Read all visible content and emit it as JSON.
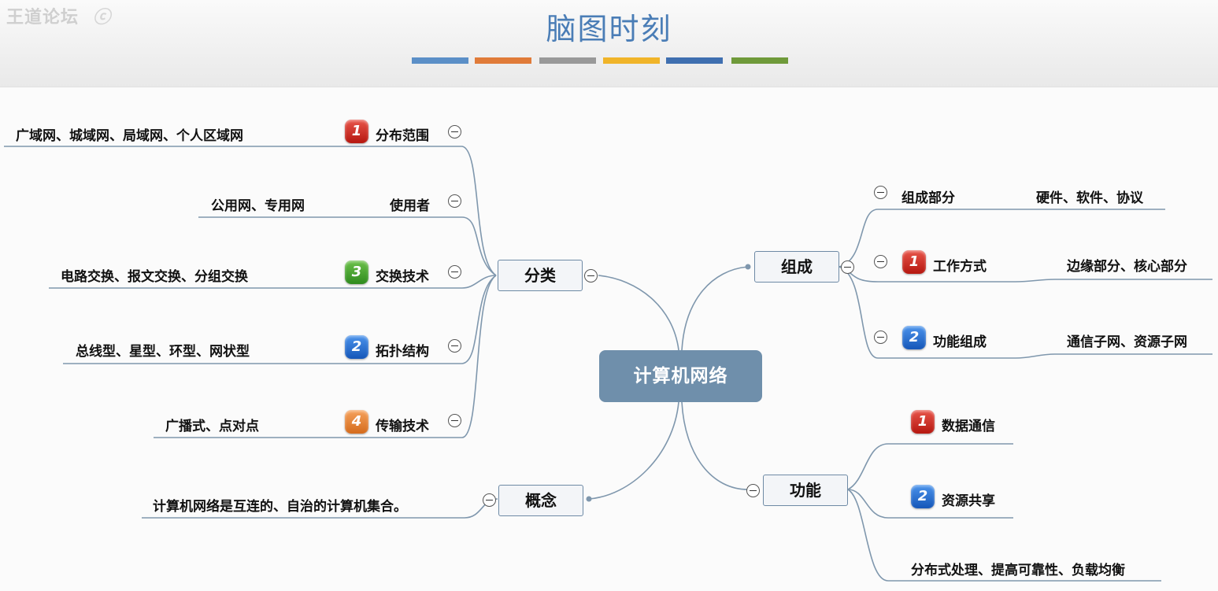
{
  "header": {
    "watermark": "王道论坛",
    "watermark2": "ⓒ",
    "title": "脑图时刻",
    "bars": [
      "#5b8fc7",
      "#e07b39",
      "#999999",
      "#f0b429",
      "#3f6fb0",
      "#6f9a3a"
    ]
  },
  "central": {
    "label": "计算机网络"
  },
  "branches": {
    "classification": {
      "label": "分类",
      "items": {
        "distribution": {
          "badge": "1",
          "label": "分布范围",
          "detail": "广域网、城域网、局域网、个人区域网"
        },
        "users": {
          "label": "使用者",
          "detail": "公用网、专用网"
        },
        "switching": {
          "badge": "3",
          "label": "交换技术",
          "detail": "电路交换、报文交换、分组交换"
        },
        "topology": {
          "badge": "2",
          "label": "拓扑结构",
          "detail": "总线型、星型、环型、网状型"
        },
        "transmission": {
          "badge": "4",
          "label": "传输技术",
          "detail": "广播式、点对点"
        }
      }
    },
    "concept": {
      "label": "概念",
      "detail": "计算机网络是互连的、自治的计算机集合。"
    },
    "composition": {
      "label": "组成",
      "items": {
        "parts": {
          "label": "组成部分",
          "detail": "硬件、软件、协议"
        },
        "working": {
          "badge": "1",
          "label": "工作方式",
          "detail": "边缘部分、核心部分"
        },
        "functional": {
          "badge": "2",
          "label": "功能组成",
          "detail": "通信子网、资源子网"
        }
      }
    },
    "function": {
      "label": "功能",
      "items": {
        "data": {
          "badge": "1",
          "label": "数据通信"
        },
        "resource": {
          "badge": "2",
          "label": "资源共享"
        },
        "other": {
          "label": "分布式处理、提高可靠性、负载均衡"
        }
      }
    }
  },
  "colors": {
    "line": "#7f97ad",
    "central_fill": "#6f8fab",
    "title": "#4a7db6"
  }
}
